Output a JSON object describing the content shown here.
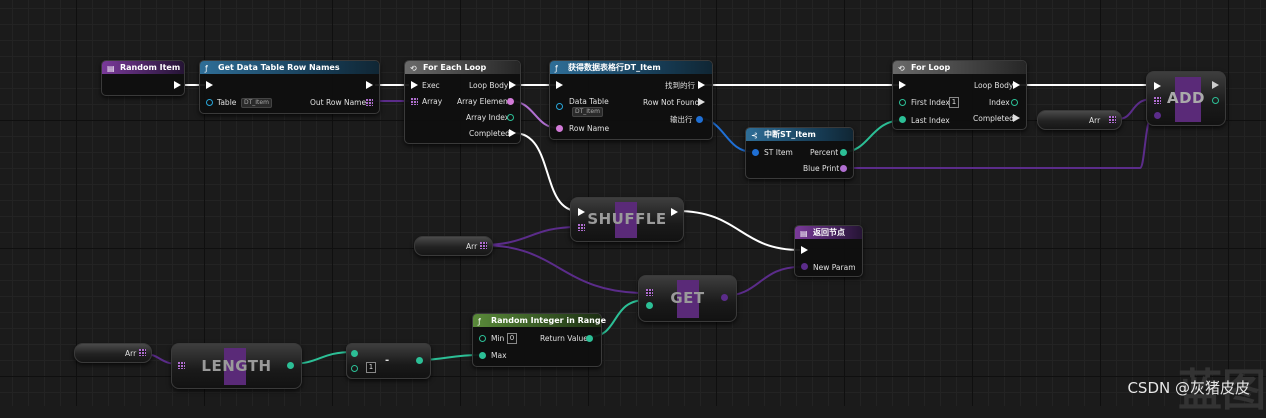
{
  "colors": {
    "exec_wire": "#ffffff",
    "object_wire": "#5b2c8a",
    "int_wire": "#2cbf96",
    "struct_wire": "#1f6fd4"
  },
  "nodes": {
    "random_item": {
      "title": "Random Item"
    },
    "get_row_names": {
      "title": "Get Data Table Row Names",
      "table_label": "Table",
      "table_value": "DT_Item",
      "out_row_names": "Out Row Names"
    },
    "for_each": {
      "title": "For Each Loop",
      "exec": "Exec",
      "loop_body": "Loop Body",
      "array": "Array",
      "array_element": "Array Element",
      "array_index": "Array Index",
      "completed": "Completed"
    },
    "get_row": {
      "title": "获得数据表格行DT_Item",
      "found": "找到的行",
      "data_table": "Data Table",
      "table_value": "DT_Item",
      "row_not_found": "Row Not Found",
      "output_row": "输出行",
      "row_name": "Row Name"
    },
    "break_struct": {
      "title": "中断ST_Item",
      "st_item": "ST Item",
      "percent": "Percent",
      "blue_print": "Blue Print"
    },
    "for_loop": {
      "title": "For Loop",
      "loop_body": "Loop Body",
      "first_index": "First Index",
      "first_value": "1",
      "index": "Index",
      "last_index": "Last Index",
      "completed": "Completed"
    },
    "add": {
      "title": "ADD"
    },
    "arr_add": {
      "label": "Arr"
    },
    "shuffle": {
      "title": "SHUFFLE"
    },
    "arr_shuffle": {
      "label": "Arr"
    },
    "return_node": {
      "title": "返回节点",
      "new_param": "New Param"
    },
    "get": {
      "title": "GET"
    },
    "random_int": {
      "title": "Random Integer in Range",
      "min": "Min",
      "min_value": "0",
      "return_value": "Return Value",
      "max": "Max"
    },
    "arr_length": {
      "label": "Arr"
    },
    "length": {
      "title": "LENGTH"
    },
    "subtract": {
      "symbol": "-",
      "b_value": "1"
    }
  },
  "watermark": "CSDN @灰猪皮皮",
  "watermark_ghost": "蓝图"
}
